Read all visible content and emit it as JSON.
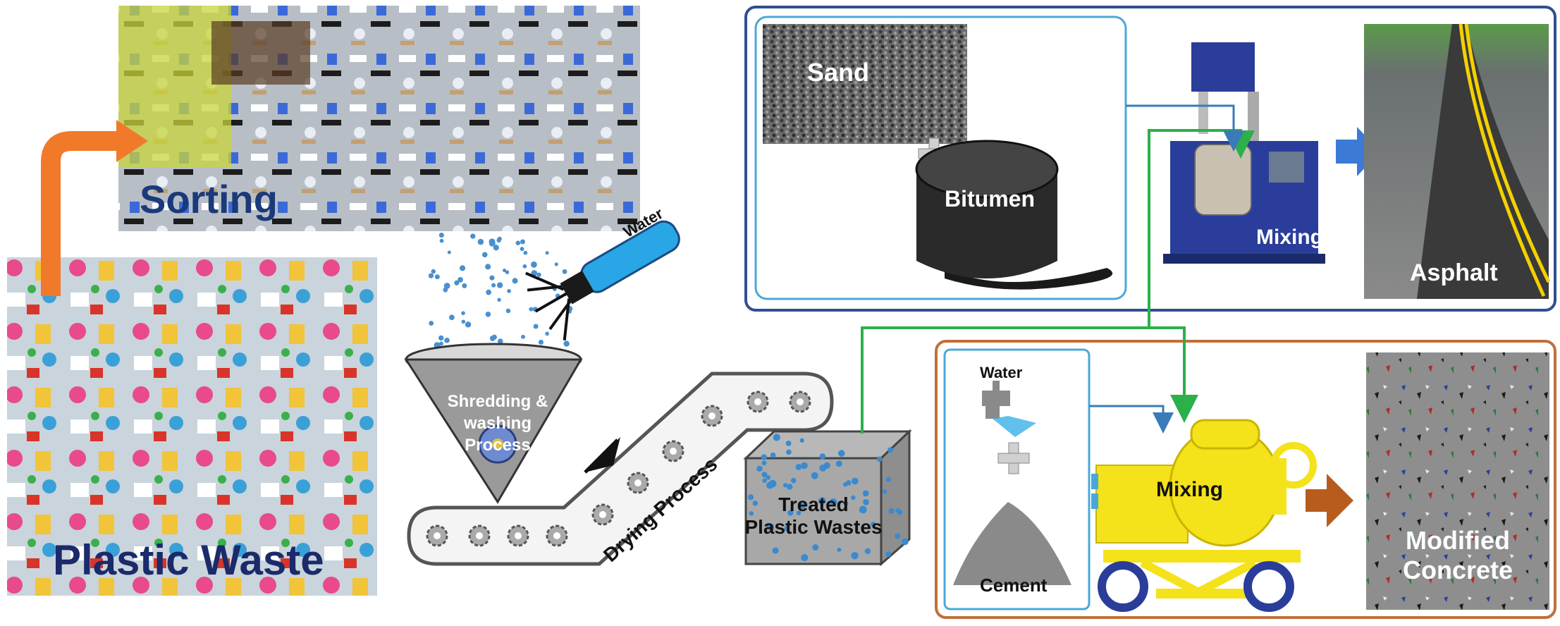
{
  "labels": {
    "sorting": "Sorting",
    "plastic_waste": "Plastic Waste",
    "water_spray": "Water",
    "shredding_line1": "Shredding &",
    "shredding_line2": "washing",
    "shredding_line3": "Process",
    "drying": "Drying Process",
    "treated_line1": "Treated",
    "treated_line2": "Plastic Wastes",
    "sand": "Sand",
    "bitumen": "Bitumen",
    "mixing_asphalt": "Mixing",
    "asphalt": "Asphalt",
    "water_tap": "Water",
    "cement": "Cement",
    "mixing_concrete": "Mixing",
    "modified_line1": "Modified",
    "modified_line2": "Concrete"
  },
  "colors": {
    "asphalt_frame": "#2f4f8f",
    "concrete_frame": "#c0703a",
    "inner_frame": "#4aa8d8",
    "green_flow": "#2bb04a",
    "blue_flow": "#3a7ab8",
    "orange_arrow": "#f07a2a",
    "blue_arrow": "#3b7bd6",
    "brown_arrow": "#b85c1e",
    "mixer_yellow": "#f4e21a",
    "mixer_blue": "#2a3d9a",
    "water_drop": "#4a90d0"
  },
  "icons": [
    "spray-nozzle-icon",
    "funnel-shredder-icon",
    "conveyor-belt-icon",
    "barrel-icon",
    "plus-icon",
    "tap-icon",
    "cement-mixer-icon",
    "industrial-mixer-icon",
    "road-icon"
  ]
}
